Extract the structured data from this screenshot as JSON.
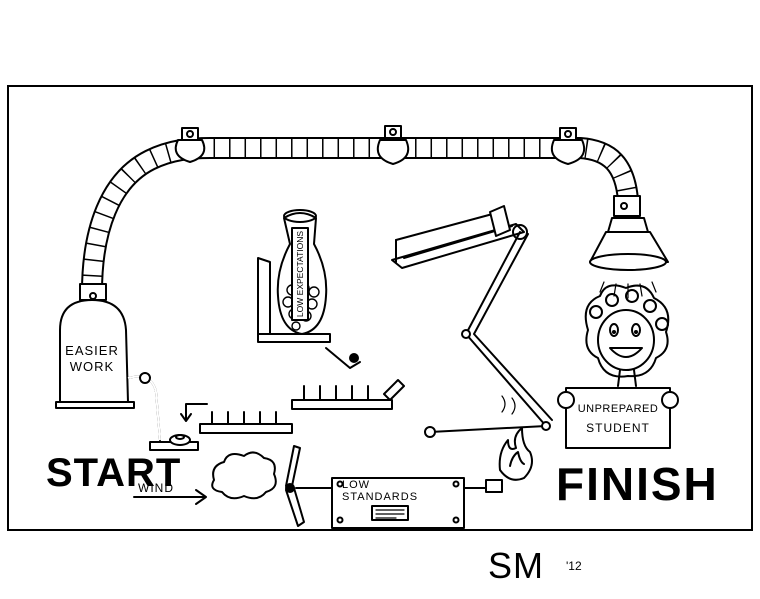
{
  "labels": {
    "tank": [
      "EASIER",
      "WORK"
    ],
    "bottle": "LOW EXPECTATIONS",
    "box": [
      "LOW",
      "STANDARDS"
    ],
    "sign": [
      "UNPREPARED",
      "STUDENT"
    ],
    "start": "START",
    "finish": "FINISH",
    "wind": "WIND"
  },
  "signature": {
    "initials": "SM",
    "year": "'12"
  },
  "colors": {
    "ink": "#000000",
    "paper": "#ffffff"
  }
}
